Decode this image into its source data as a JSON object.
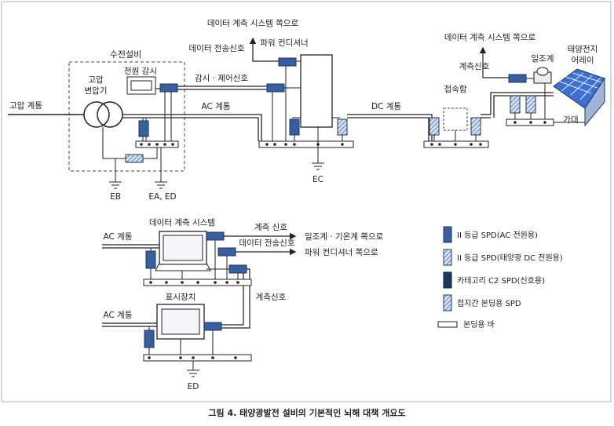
{
  "labels": {
    "data_to_system_top": "데이터 계측 시스템 쪽으로",
    "data_transmission_top": "데이터 전송신호",
    "power_conditioner": "파워 컨디셔너",
    "receiving_equipment": "수전설비",
    "power_monitor": "전원 감시",
    "hv_transformer_1": "고압",
    "hv_transformer_2": "변압기",
    "hv_line": "고압 계통",
    "monitor_control_signal": "감시 · 제어신호",
    "ac_line_top": "AC 계통",
    "dc_line": "DC 계통",
    "data_to_system_right": "데이터 계측 시스템 쪽으로",
    "measure_signal_right": "계측신호",
    "pyranometer": "일조계",
    "pv_array_1": "태양전지",
    "pv_array_2": "어레이",
    "junction_box": "접속함",
    "mount": "가대",
    "ec": "EC",
    "eb": "EB",
    "ea_ed": "EA, ED",
    "data_system_box": "데이터 계측 시스템",
    "measure_signal_low": "계측 신호",
    "to_weather": "일조계 · 기온계 쪽으로",
    "data_transmission_low": "데이터 전송신호",
    "to_power_conditioner": "파워 컨디셔너 쪽으로",
    "ac_line_low1": "AC 계통",
    "display": "표시장치",
    "measure_signal_vert": "계측신호",
    "ac_line_low2": "AC 계통",
    "ed_bottom": "ED"
  },
  "legend": [
    {
      "text": "II 등급 SPD(AC 전원용)"
    },
    {
      "text": "II 등급 SPD(태양광 DC 전원용)"
    },
    {
      "text": "카테고리 C2 SPD(신호용)"
    },
    {
      "text": "접지간 본딩용 SPD"
    },
    {
      "text": "본딩용 바"
    }
  ],
  "caption": "그림 4. 태양광발전 설비의 기본적인 뇌해 대책 개요도",
  "colors": {
    "line": "#222222",
    "spd_blue": "#3a5f9e",
    "spd_light": "#c9d6ec",
    "panel_blue": "#3f6fd0",
    "border": "#b0b0b0"
  }
}
